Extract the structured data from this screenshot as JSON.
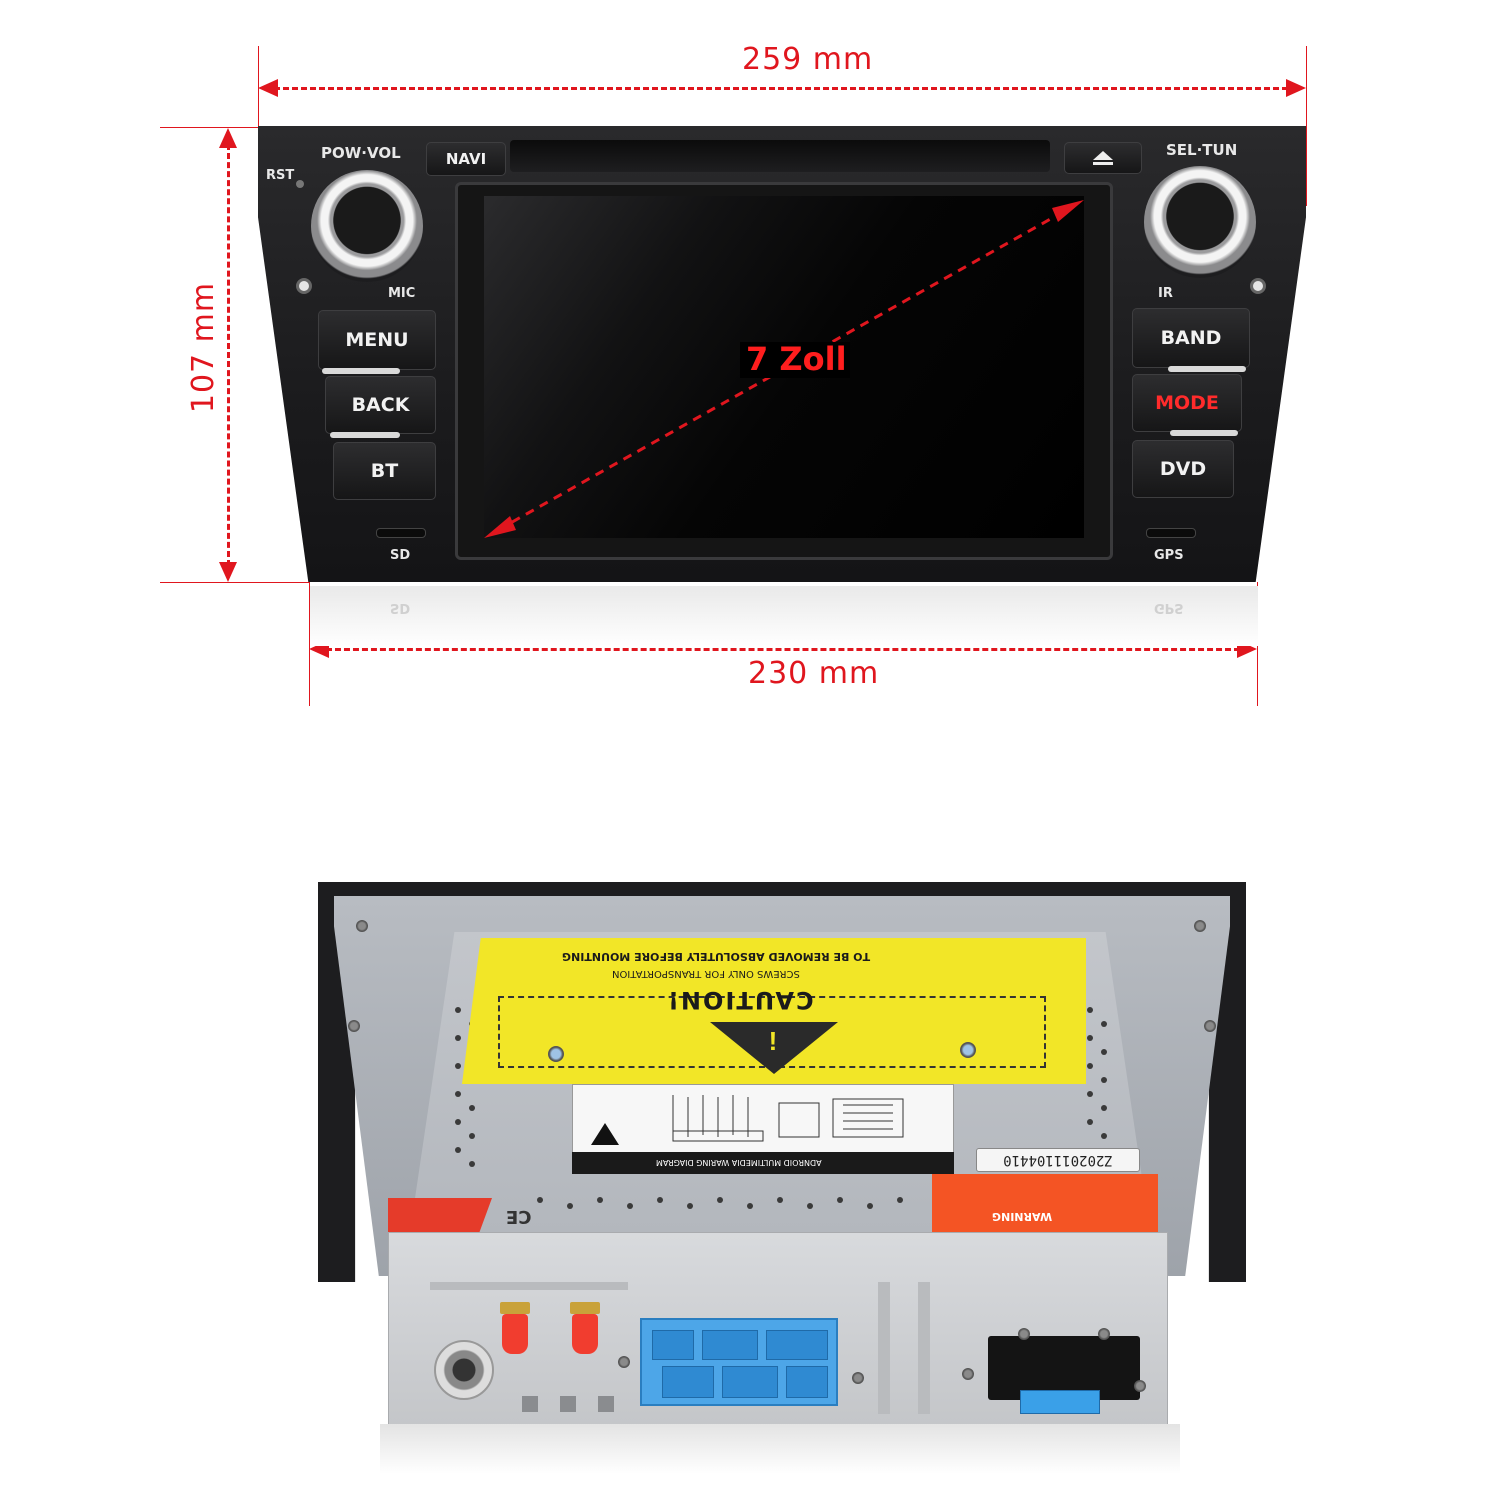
{
  "dimensions": {
    "top_width": "259 mm",
    "height": "107 mm",
    "bottom_width": "230 mm",
    "screen_diagonal": "7 Zoll"
  },
  "front_panel": {
    "left_knob_label": "POW·VOL",
    "reset_label": "RST",
    "mic_label": "MIC",
    "navi_button": "NAVI",
    "eject_icon": "eject-icon",
    "right_knob_label": "SEL·TUN",
    "ir_label": "IR",
    "left_buttons": [
      "MENU",
      "BACK",
      "BT"
    ],
    "right_buttons": [
      "BAND",
      "MODE",
      "DVD"
    ],
    "sd_label": "SD",
    "gps_label": "GPS",
    "reflection_left": "SD",
    "reflection_right": "GPS"
  },
  "back_unit": {
    "caution_title": "CAUTION!",
    "caution_line1": "TO BE REMOVED ABSOLUTELY BEFORE MOUNTING",
    "caution_line2": "SCREWS ONLY FOR TRANSPORTATION",
    "wiring_label": "ADNROID MULTIMEDIA WARING DIAGRAM",
    "serial_number": "Z202011104410",
    "warning_label": "WARNING"
  },
  "colors": {
    "dimension_red": "#e0161e",
    "mode_red": "#ff2b2b",
    "caution_yellow": "#f2e627",
    "connector_blue": "#4da6e8",
    "warning_orange": "#f45424"
  }
}
